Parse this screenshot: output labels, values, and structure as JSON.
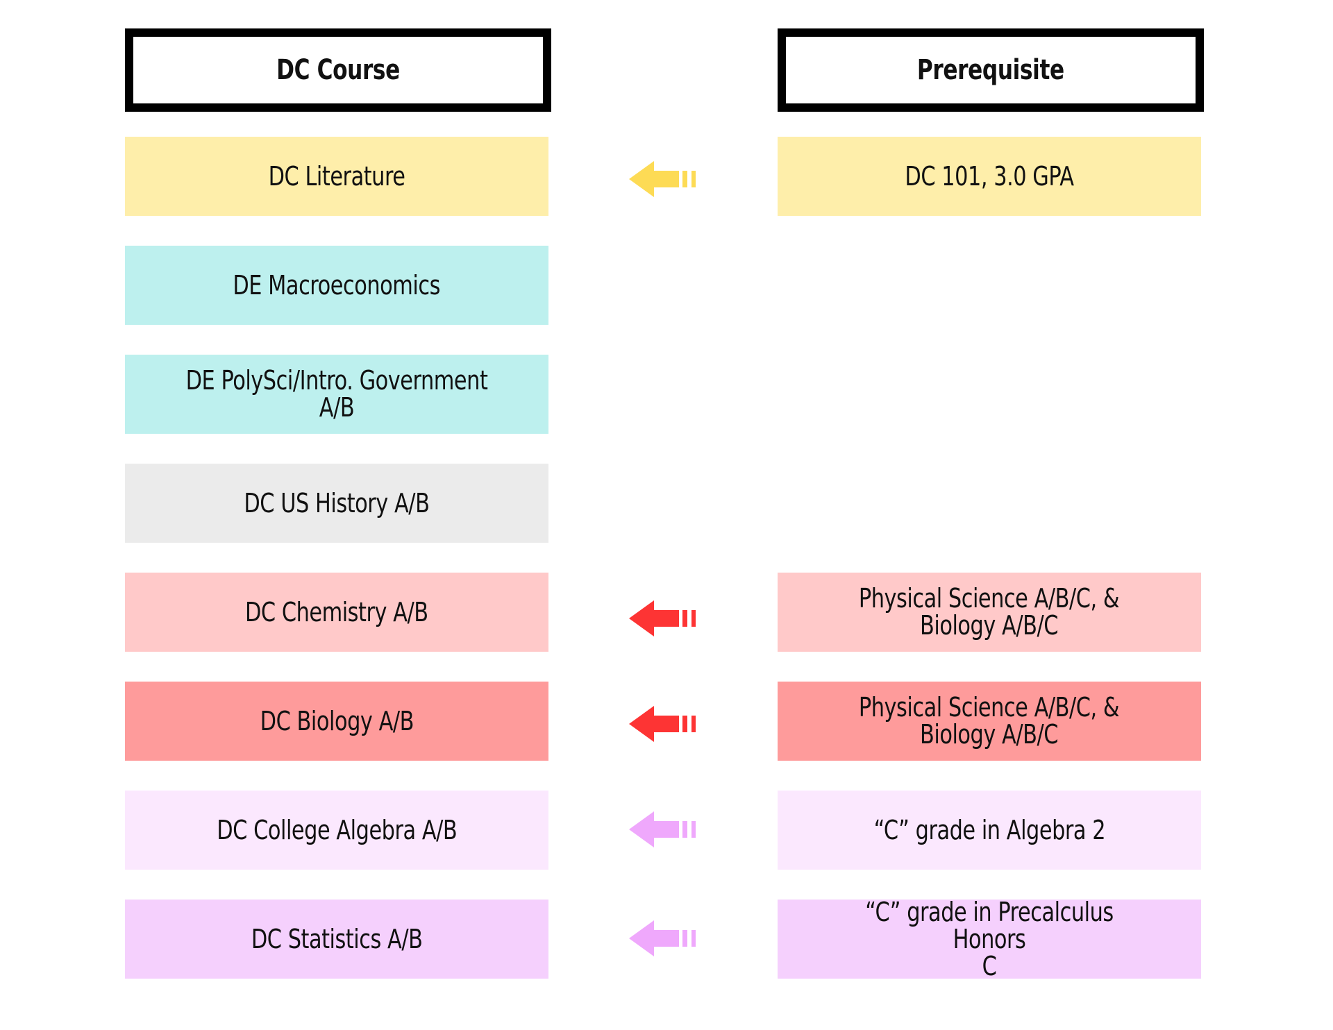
{
  "headers": {
    "course": "DC Course",
    "prerequisite": "Prerequisite"
  },
  "colors": {
    "yellow_box": "#FEEEAA",
    "yellow_arrow": "#FDDB55",
    "teal_box": "#BDF0EE",
    "gray_box": "#EBEBEB",
    "pink_box": "#FFC9C9",
    "red_box": "#FE9B9B",
    "red_arrow": "#FD3434",
    "lavender_box": "#FBE8FE",
    "purple_box": "#F5D0FD",
    "purple_arrow": "#EFA8FC"
  },
  "rows": [
    {
      "course": "DC Literature",
      "prerequisite": "DC 101, 3.0 GPA"
    },
    {
      "course": "DE Macroeconomics",
      "prerequisite": ""
    },
    {
      "course": "DE PolySci/Intro. Government A/B",
      "prerequisite": ""
    },
    {
      "course": "DC US History A/B",
      "prerequisite": ""
    },
    {
      "course": "DC Chemistry A/B",
      "prerequisite": "Physical Science A/B/C, &\nBiology A/B/C"
    },
    {
      "course": "DC Biology A/B",
      "prerequisite": "Physical Science A/B/C, &\nBiology A/B/C"
    },
    {
      "course": "DC College Algebra A/B",
      "prerequisite": "“C” grade in Algebra 2"
    },
    {
      "course": "DC Statistics A/B",
      "prerequisite": "“C” grade in Precalculus Honors\nC"
    }
  ]
}
